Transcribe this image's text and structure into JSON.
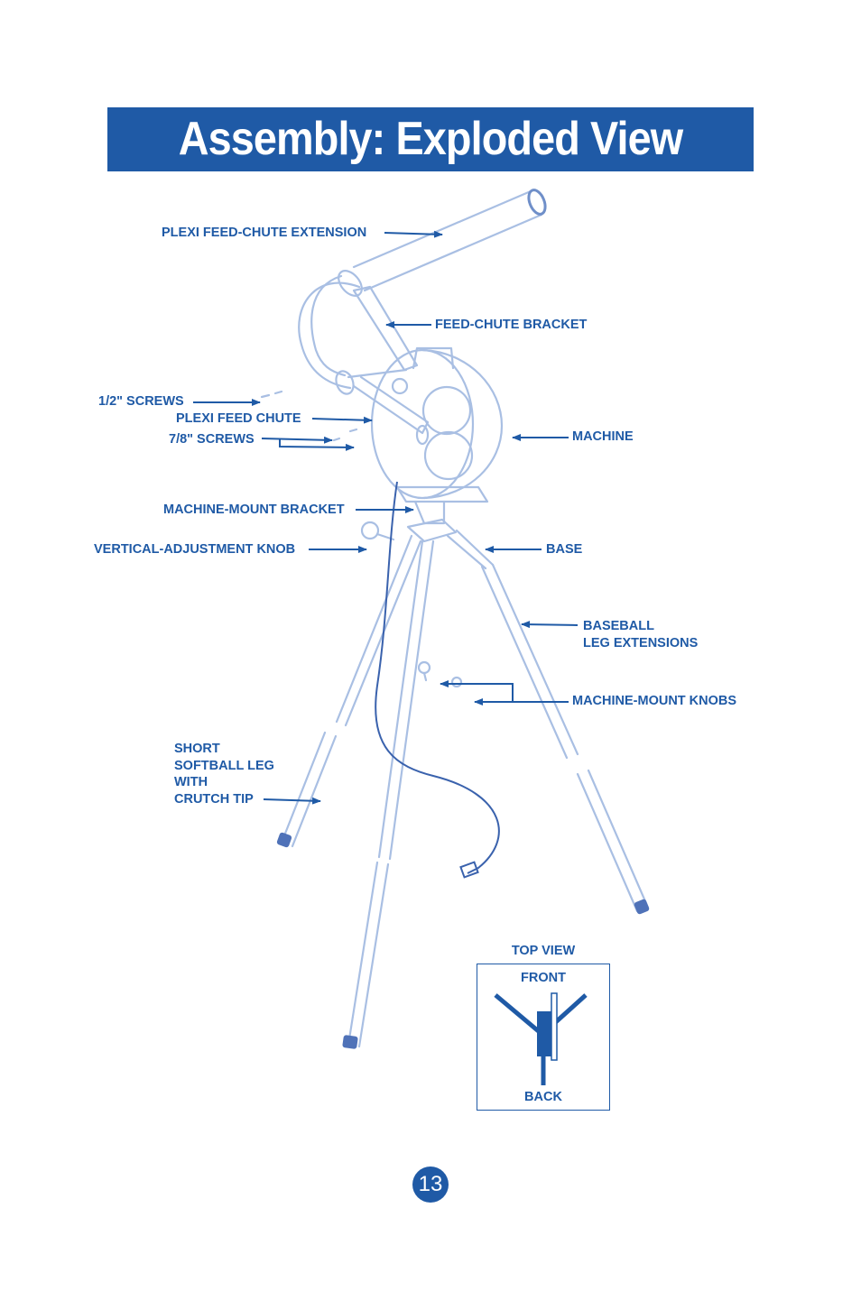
{
  "header": {
    "title": "Assembly: Exploded View"
  },
  "labels": {
    "plexi_extension": "PLEXI FEED-CHUTE EXTENSION",
    "feed_chute_bracket": "FEED-CHUTE BRACKET",
    "half_inch_screws": "1/2\" SCREWS",
    "plexi_feed_chute": "PLEXI FEED CHUTE",
    "seven_eighths_screws": "7/8\" SCREWS",
    "machine": "MACHINE",
    "machine_mount_bracket": "MACHINE-MOUNT BRACKET",
    "vertical_adjustment_knob": "VERTICAL-ADJUSTMENT KNOB",
    "base": "BASE",
    "baseball_leg_line1": "BASEBALL",
    "baseball_leg_line2": "LEG EXTENSIONS",
    "machine_mount_knobs": "MACHINE-MOUNT KNOBS",
    "softball_leg_line1": "SHORT",
    "softball_leg_line2": "SOFTBALL LEG",
    "softball_leg_line3": "WITH",
    "softball_leg_line4": "CRUTCH TIP"
  },
  "top_view": {
    "title": "TOP VIEW",
    "front": "FRONT",
    "back": "BACK"
  },
  "footer": {
    "page_number": "13"
  },
  "colors": {
    "accent": "#1f5aa6",
    "drawing": "#a9bfe3"
  }
}
